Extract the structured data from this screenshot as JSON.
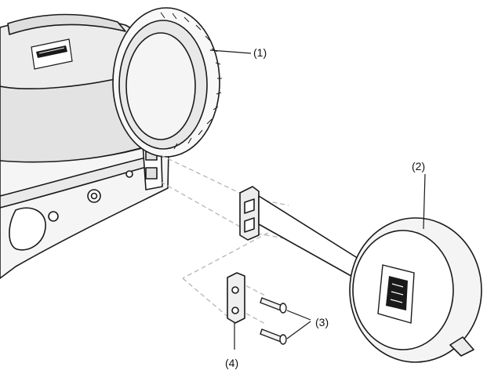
{
  "diagram": {
    "callouts": [
      {
        "id": "1",
        "label": "(1)"
      },
      {
        "id": "2",
        "label": "(2)"
      },
      {
        "id": "3",
        "label": "(3)"
      },
      {
        "id": "4",
        "label": "(4)"
      }
    ],
    "colors": {
      "line": "#1a1a1a",
      "body_dark": "#e9e9e9",
      "body_light": "#f7f7f7",
      "dashed": "#b5b5b5"
    },
    "icons": [
      "zeiss-logo-icon"
    ]
  }
}
